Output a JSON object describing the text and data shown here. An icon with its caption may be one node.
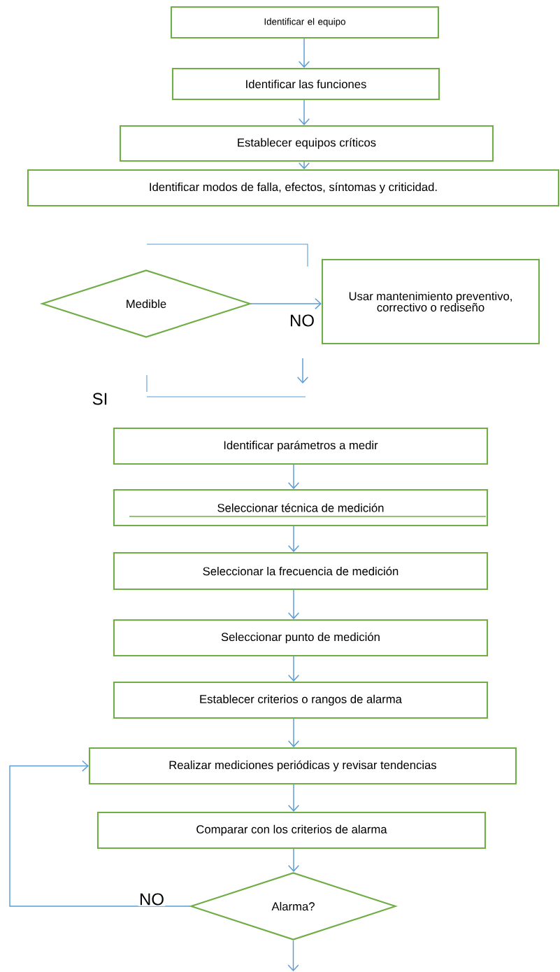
{
  "diagram": {
    "nodes": [
      {
        "text": [
          "Identificar el equipo"
        ]
      },
      {
        "text": [
          "Identificar las funciones"
        ]
      },
      {
        "text": [
          "Establecer equipos críticos"
        ]
      },
      {
        "text": [
          "Identificar modos de falla, efectos, síntomas y criticidad."
        ]
      },
      {
        "text": [
          "Medible"
        ]
      },
      {
        "text": [
          "Usar mantenimiento preventivo, correctivo o rediseño"
        ]
      },
      {
        "text": [
          "Identificar parámetros a medir"
        ]
      },
      {
        "text": [
          "Seleccionar técnica de medición"
        ]
      },
      {
        "text": [
          "Seleccionar la frecuencia de medición"
        ]
      },
      {
        "text": [
          "Seleccionar punto de medición"
        ]
      },
      {
        "text": [
          "Establecer criterios o rangos de alarma"
        ]
      },
      {
        "text": [
          "Realizar mediciones periódicas y revisar tendencias"
        ]
      },
      {
        "text": [
          "Comparar con los criterios de alarma"
        ]
      },
      {
        "text": [
          "Alarma?"
        ]
      }
    ],
    "edges": [
      {
        "from": 0,
        "to": 1,
        "arrow": "to"
      },
      {
        "from": 1,
        "to": 2,
        "arrow": "to"
      },
      {
        "from": 2,
        "to": 3,
        "arrow": "to"
      },
      {
        "from": 4,
        "to": 5,
        "arrow": "to",
        "label": "NO"
      },
      {
        "from": 6,
        "to": 7,
        "arrow": "to"
      },
      {
        "from": 7,
        "to": 8,
        "arrow": "to"
      },
      {
        "from": 8,
        "to": 9,
        "arrow": "to"
      },
      {
        "from": 9,
        "to": 10,
        "arrow": "to"
      },
      {
        "from": 10,
        "to": 11,
        "arrow": "to"
      },
      {
        "from": 11,
        "to": 12,
        "arrow": "to"
      },
      {
        "from": 12,
        "to": 13,
        "arrow": "to"
      },
      {
        "from": 13,
        "to": 11,
        "arrow": "to",
        "label": "NO"
      },
      {
        "from": 13,
        "to": null,
        "arrow": "to"
      }
    ],
    "labels": [
      "SI"
    ]
  }
}
